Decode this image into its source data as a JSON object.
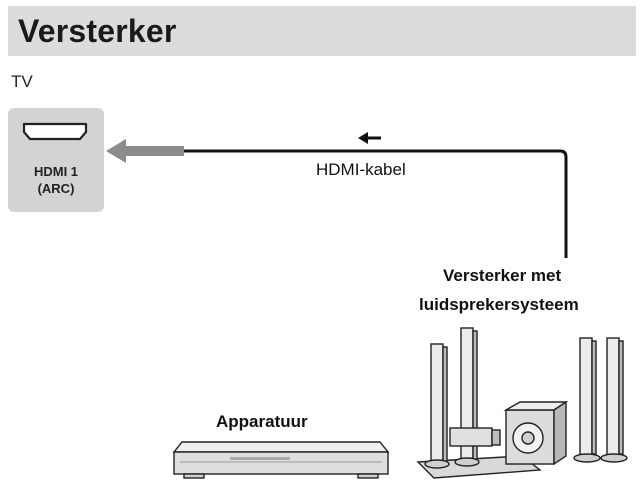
{
  "header": {
    "title": "Versterker"
  },
  "tv": {
    "label": "TV",
    "port_name": "HDMI 1",
    "port_mode": "(ARC)",
    "port_icon": "hdmi-port-icon"
  },
  "cable": {
    "label": "HDMI-kabel",
    "direction_icon": "arrow-left-icon"
  },
  "amplifier": {
    "label_line1": "Versterker met",
    "label_line2": "luidsprekersysteem",
    "icon": "speaker-system-icon"
  },
  "equipment": {
    "label": "Apparatuur",
    "icon": "player-device-icon"
  },
  "colors": {
    "header_bg": "#dcdcdc",
    "tv_panel_bg": "#d3d3d3",
    "cable": "#111111",
    "connector_arrow": "#8c8c8c"
  }
}
